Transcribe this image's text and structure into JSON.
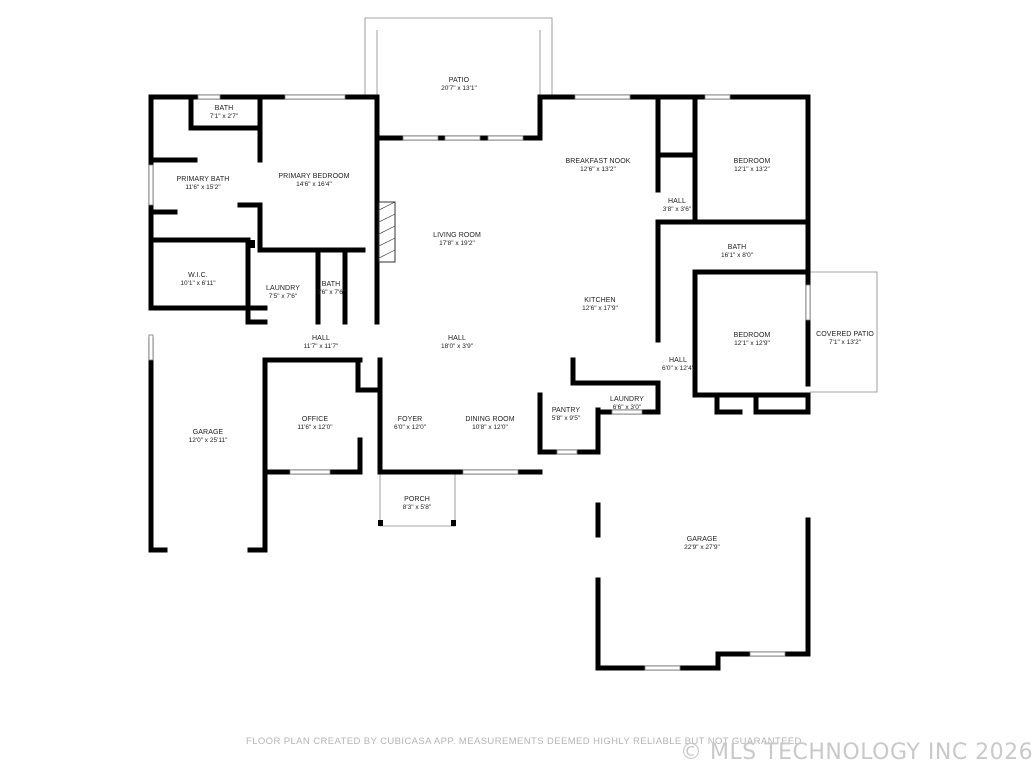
{
  "rooms": {
    "patio": {
      "name": "PATIO",
      "dim": "20'7\" x 13'1\""
    },
    "bath_top": {
      "name": "BATH",
      "dim": "7'1\" x 2'7\""
    },
    "primary_bath": {
      "name": "PRIMARY BATH",
      "dim": "11'6\" x 15'2\""
    },
    "primary_bedroom": {
      "name": "PRIMARY BEDROOM",
      "dim": "14'6\" x 16'4\""
    },
    "living_room": {
      "name": "LIVING ROOM",
      "dim": "17'8\" x 19'2\""
    },
    "breakfast_nook": {
      "name": "BREAKFAST NOOK",
      "dim": "12'6\" x 13'2\""
    },
    "bedroom_top": {
      "name": "BEDROOM",
      "dim": "12'1\" x 13'2\""
    },
    "hall_small": {
      "name": "HALL",
      "dim": "3'8\" x 3'6\""
    },
    "bath_right": {
      "name": "BATH",
      "dim": "16'1\" x 8'0\""
    },
    "wic": {
      "name": "W.I.C.",
      "dim": "10'1\" x 6'11\""
    },
    "laundry_left": {
      "name": "LAUNDRY",
      "dim": "7'5\" x 7'6\""
    },
    "bath_small": {
      "name": "BATH",
      "dim": "3'6\" x 7'6\""
    },
    "kitchen": {
      "name": "KITCHEN",
      "dim": "12'6\" x 17'9\""
    },
    "bedroom_right": {
      "name": "BEDROOM",
      "dim": "12'1\" x 12'9\""
    },
    "covered_patio": {
      "name": "COVERED PATIO",
      "dim": "7'1\" x 13'2\""
    },
    "hall_left": {
      "name": "HALL",
      "dim": "11'7\" x 11'7\""
    },
    "hall_center": {
      "name": "HALL",
      "dim": "18'0\" x 3'9\""
    },
    "hall_right": {
      "name": "HALL",
      "dim": "6'0\" x 12'4\""
    },
    "laundry_right": {
      "name": "LAUNDRY",
      "dim": "6'6\" x 3'0\""
    },
    "office": {
      "name": "OFFICE",
      "dim": "11'6\" x 12'0\""
    },
    "foyer": {
      "name": "FOYER",
      "dim": "6'0\" x 12'0\""
    },
    "dining_room": {
      "name": "DINING ROOM",
      "dim": "10'8\" x 12'0\""
    },
    "pantry": {
      "name": "PANTRY",
      "dim": "5'8\" x 9'5\""
    },
    "garage_left": {
      "name": "GARAGE",
      "dim": "12'0\" x 25'11\""
    },
    "porch": {
      "name": "PORCH",
      "dim": "8'3\" x 5'8\""
    },
    "garage_right": {
      "name": "GARAGE",
      "dim": "22'9\" x 27'9\""
    }
  },
  "footer": {
    "disclaimer": "FLOOR PLAN CREATED BY CUBICASA APP. MEASUREMENTS DEEMED HIGHLY RELIABLE BUT NOT GUARANTEED.",
    "copyright": "© MLS TECHNOLOGY INC 2026"
  }
}
